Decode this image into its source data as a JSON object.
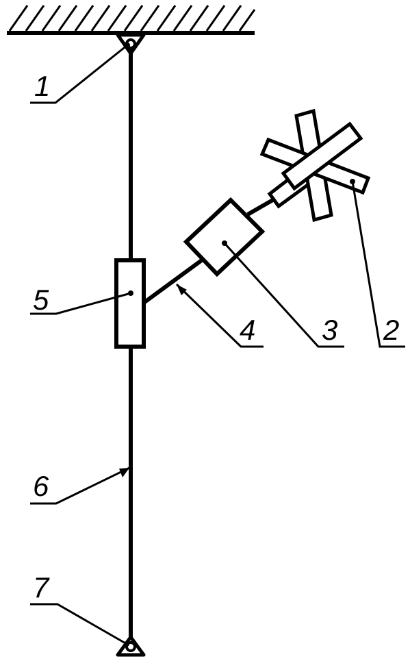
{
  "diagram": {
    "stroke_color": "#000000",
    "background_color": "#ffffff",
    "callouts": [
      {
        "id": "1",
        "label": "1"
      },
      {
        "id": "2",
        "label": "2"
      },
      {
        "id": "3",
        "label": "3"
      },
      {
        "id": "4",
        "label": "4"
      },
      {
        "id": "5",
        "label": "5"
      },
      {
        "id": "6",
        "label": "6"
      },
      {
        "id": "7",
        "label": "7"
      }
    ]
  }
}
